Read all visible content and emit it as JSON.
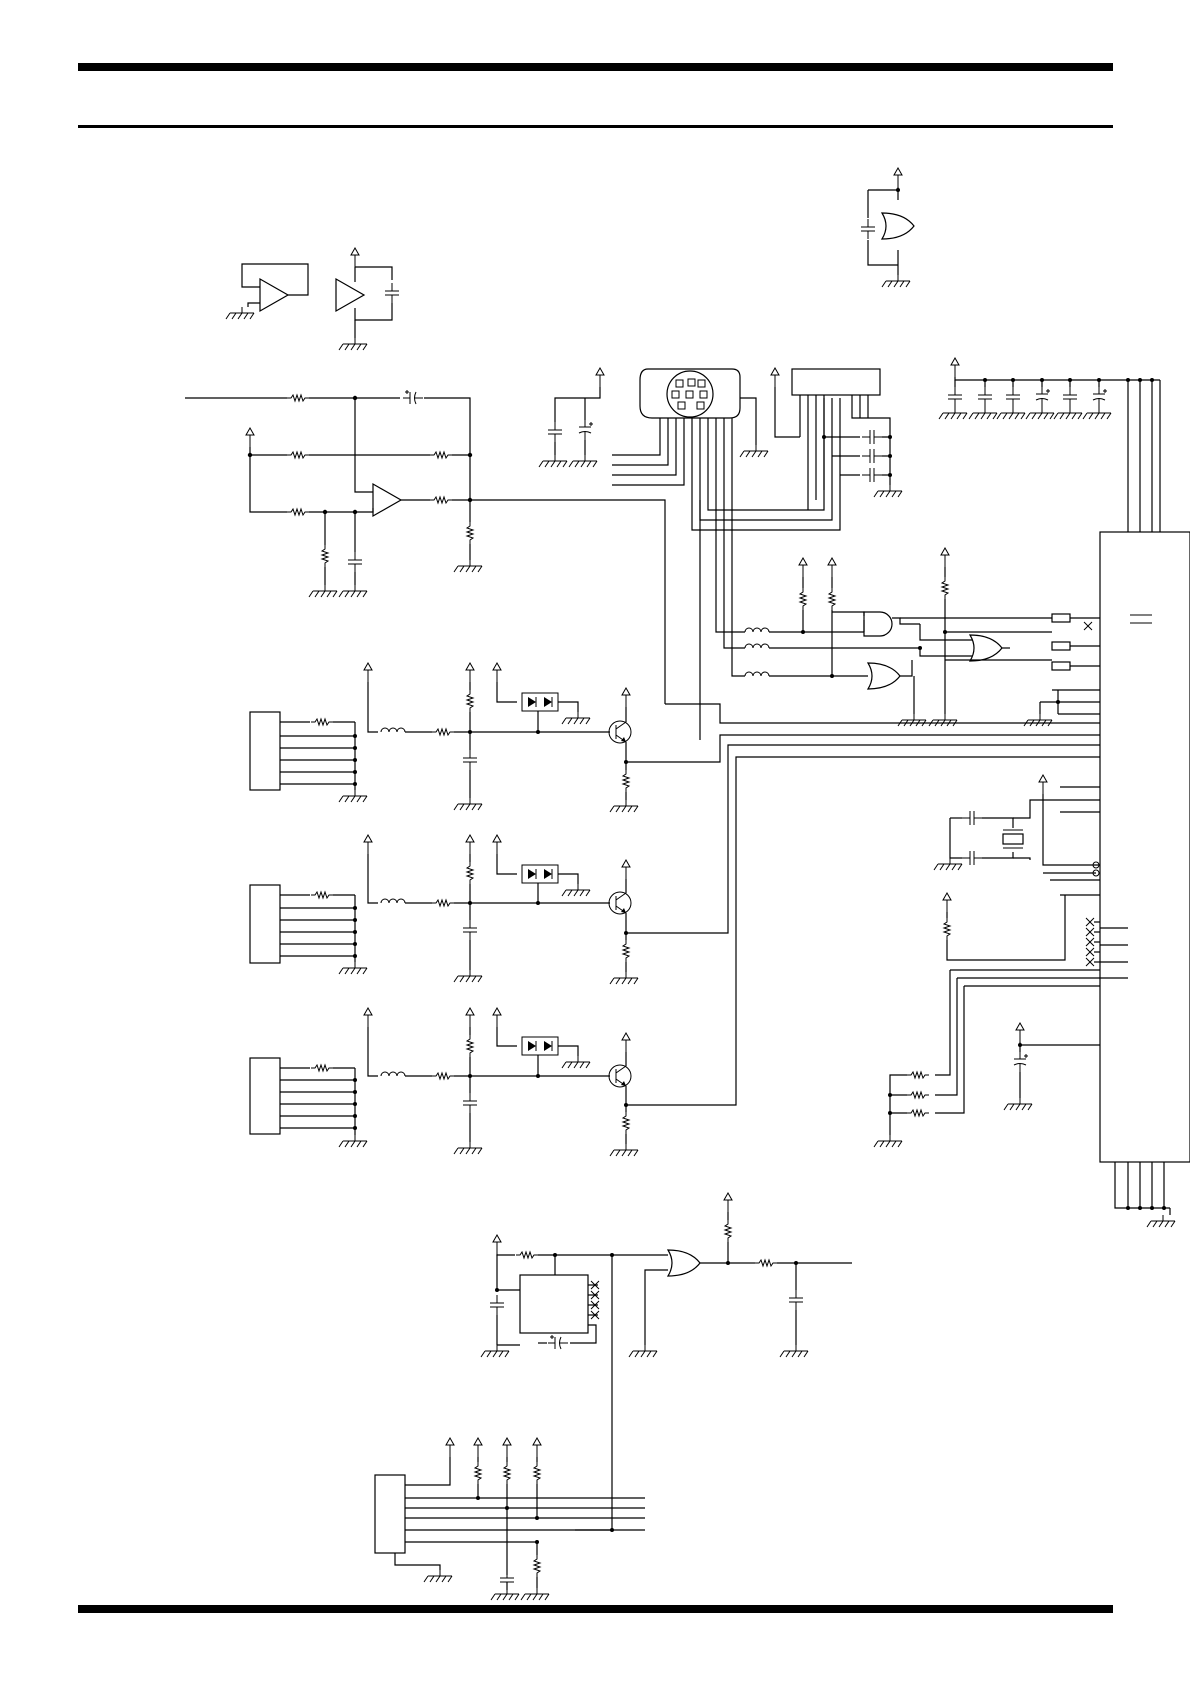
{
  "page": {
    "rules": [
      "header-rule-top",
      "header-rule-bottom",
      "footer-rule"
    ]
  },
  "colors": {
    "ink": "#000000",
    "paper": "#ffffff"
  },
  "blocks": [
    "buffer-amplifiers",
    "power-or-gate",
    "input-amplifier",
    "mini-din-connector",
    "connector-filter-caps",
    "decoupling-capacitors",
    "logic-gates",
    "video-input-channel-1",
    "video-input-channel-2",
    "video-input-channel-3",
    "crystal-oscillator",
    "main-controller-ic",
    "reset-circuit",
    "bottom-connector"
  ]
}
